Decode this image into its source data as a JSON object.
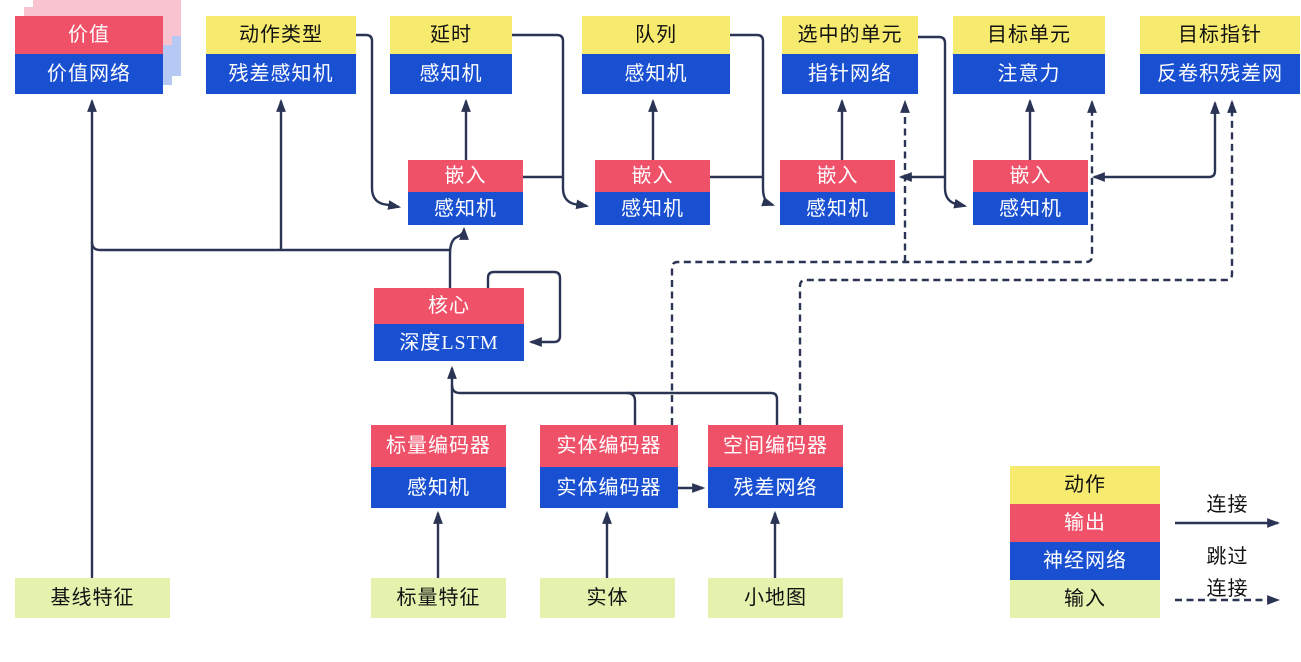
{
  "colors": {
    "action_yellow": "#F6EB6F",
    "output_red": "#EF5169",
    "network_blue": "#1950D2",
    "input_green": "#E4F2AE",
    "ghost_pink": "#F9C3D0",
    "ghost_blue": "#B6C9F4",
    "line_navy": "#2B3454"
  },
  "nodes": {
    "value": {
      "top": "价值",
      "bottom": "价值网络"
    },
    "action_type": {
      "top": "动作类型",
      "bottom": "残差感知机"
    },
    "delay": {
      "top": "延时",
      "bottom": "感知机"
    },
    "queue": {
      "top": "队列",
      "bottom": "感知机"
    },
    "selected_units": {
      "top": "选中的单元",
      "bottom": "指针网络"
    },
    "target_unit": {
      "top": "目标单元",
      "bottom": "注意力"
    },
    "target_point": {
      "top": "目标指针",
      "bottom": "反卷积残差网"
    },
    "embed1": {
      "top": "嵌入",
      "bottom": "感知机"
    },
    "embed2": {
      "top": "嵌入",
      "bottom": "感知机"
    },
    "embed3": {
      "top": "嵌入",
      "bottom": "感知机"
    },
    "embed4": {
      "top": "嵌入",
      "bottom": "感知机"
    },
    "core": {
      "top": "核心",
      "bottom": "深度LSTM"
    },
    "scalar_encoder": {
      "top": "标量编码器",
      "bottom": "感知机"
    },
    "entity_encoder": {
      "top": "实体编码器",
      "bottom": "实体编码器"
    },
    "spatial_encoder": {
      "top": "空间编码器",
      "bottom": "残差网络"
    },
    "baseline_features": {
      "label": "基线特征"
    },
    "scalar_features": {
      "label": "标量特征"
    },
    "entities": {
      "label": "实体"
    },
    "minimap": {
      "label": "小地图"
    }
  },
  "legend": {
    "action": "动作",
    "output": "输出",
    "network": "神经网络",
    "input": "输入",
    "connection": "连接",
    "skip_line1": "跳过",
    "skip_line2": "连接"
  }
}
